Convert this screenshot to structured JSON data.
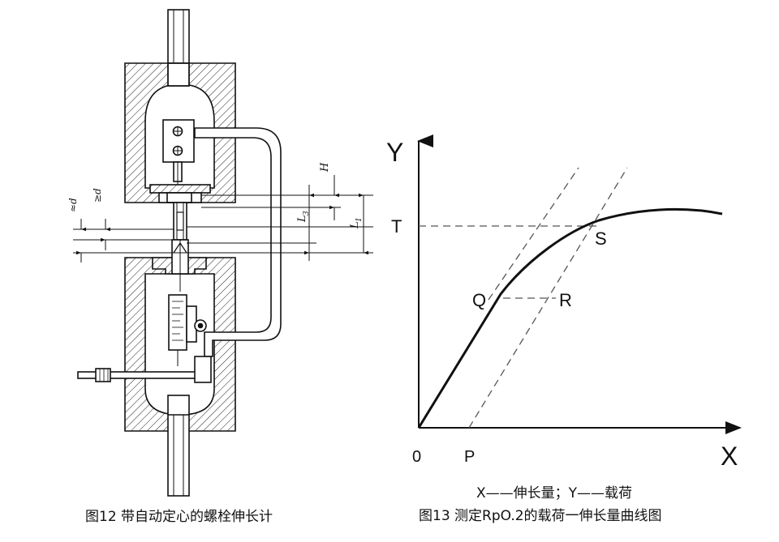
{
  "figure12": {
    "caption": "图12 带自动定心的螺栓伸长计",
    "dims": {
      "H": "H",
      "L3": "L",
      "L3_sub": "3",
      "L1": "L",
      "L1_sub": "1",
      "d_left": "≈d",
      "d_right": "≥d"
    }
  },
  "figure13": {
    "caption": "图13 测定RpO.2的载荷一伸长量曲线图",
    "legend": "X——伸长量；Y——载荷",
    "axis": {
      "x": "X",
      "y": "Y",
      "origin": "0"
    },
    "points": {
      "T": "T",
      "S": "S",
      "Q": "Q",
      "R": "R",
      "P": "P"
    }
  },
  "colors": {
    "ink": "#111111",
    "dash": "#555555"
  }
}
